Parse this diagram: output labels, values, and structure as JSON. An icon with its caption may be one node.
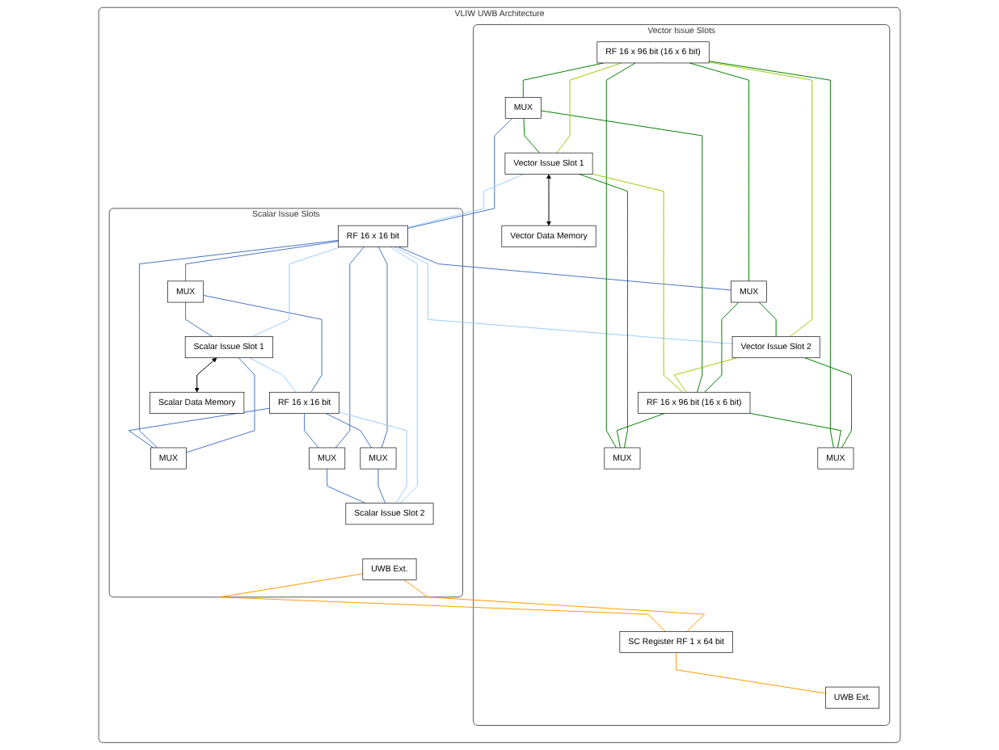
{
  "diagram": {
    "nodes": [
      {
        "text": [
          "VLIW UWB Architecture"
        ]
      },
      {
        "text": [
          "Scalar Issue Slots"
        ],
        "in": 0
      },
      {
        "text": [
          "RF 16 x 16 bit"
        ],
        "in": 1
      },
      {
        "text": [
          "RF 16 x 16 bit"
        ],
        "in": 1
      },
      {
        "text": [
          "MUX"
        ],
        "in": 1
      },
      {
        "text": [
          "MUX"
        ],
        "in": 1
      },
      {
        "text": [
          "MUX"
        ],
        "in": 1
      },
      {
        "text": [
          "MUX"
        ],
        "in": 1
      },
      {
        "text": [
          "Scalar Issue Slot 1"
        ],
        "in": 1
      },
      {
        "text": [
          "Scalar Issue Slot 2"
        ],
        "in": 1
      },
      {
        "text": [
          "UWB Ext."
        ],
        "in": 1
      },
      {
        "text": [
          "Scalar Data Memory"
        ],
        "in": 1
      },
      {
        "text": [
          "Vector Issue Slots"
        ],
        "in": 0
      },
      {
        "text": [
          "RF 16 x 96 bit (16 x 6 bit)"
        ],
        "in": 12
      },
      {
        "text": [
          "RF 16 x 96 bit (16 x 6 bit)"
        ],
        "in": 12
      },
      {
        "text": [
          "SC Register RF 1 x 64 bit"
        ],
        "in": 12
      },
      {
        "text": [
          "MUX"
        ],
        "in": 12
      },
      {
        "text": [
          "MUX"
        ],
        "in": 12
      },
      {
        "text": [
          "MUX"
        ],
        "in": 12
      },
      {
        "text": [
          "MUX"
        ],
        "in": 12
      },
      {
        "text": [
          "Vector Issue Slot 1"
        ],
        "in": 12
      },
      {
        "text": [
          "Vector Issue Slot 2"
        ],
        "in": 12
      },
      {
        "text": [
          "UWB Ext."
        ],
        "in": 12
      },
      {
        "text": [
          "Vector Data Memory"
        ],
        "in": 12
      }
    ],
    "edges": [
      {
        "from": 2,
        "to": 4,
        "arrow": "none",
        "color": "#4472c4"
      },
      {
        "from": 2,
        "to": 5,
        "arrow": "none",
        "color": "#4472c4"
      },
      {
        "from": 2,
        "to": 6,
        "arrow": "none",
        "color": "#4472c4"
      },
      {
        "from": 2,
        "to": 7,
        "arrow": "none",
        "color": "#4472c4"
      },
      {
        "from": 3,
        "to": 4,
        "arrow": "none",
        "color": "#4472c4"
      },
      {
        "from": 3,
        "to": 5,
        "arrow": "none",
        "color": "#4472c4"
      },
      {
        "from": 3,
        "to": 6,
        "arrow": "none",
        "color": "#4472c4"
      },
      {
        "from": 3,
        "to": 7,
        "arrow": "none",
        "color": "#4472c4"
      },
      {
        "from": 3,
        "to": 16,
        "arrow": "none",
        "color": "#4472c4"
      },
      {
        "from": 3,
        "to": 18,
        "arrow": "none",
        "color": "#4472c4"
      },
      {
        "from": 4,
        "to": 8,
        "arrow": "none",
        "color": "#4472c4"
      },
      {
        "from": 5,
        "to": 8,
        "arrow": "none",
        "color": "#4472c4"
      },
      {
        "from": 6,
        "to": 9,
        "arrow": "none",
        "color": "#4472c4"
      },
      {
        "from": 7,
        "to": 9,
        "arrow": "none",
        "color": "#4472c4"
      },
      {
        "from": 8,
        "to": 11,
        "arrow": "both",
        "color": "#000000"
      },
      {
        "from": 8,
        "to": 2,
        "arrow": "none",
        "color": "#99ccff"
      },
      {
        "from": 8,
        "to": 3,
        "arrow": "none",
        "color": "#99ccff"
      },
      {
        "from": 9,
        "to": 2,
        "arrow": "none",
        "color": "#99ccff"
      },
      {
        "from": 9,
        "to": 3,
        "arrow": "none",
        "color": "#99ccff"
      },
      {
        "from": 20,
        "to": 3,
        "arrow": "none",
        "color": "#99ccff"
      },
      {
        "from": 21,
        "to": 3,
        "arrow": "none",
        "color": "#99ccff"
      },
      {
        "from": 13,
        "to": 16,
        "arrow": "none",
        "color": "#008000"
      },
      {
        "from": 13,
        "to": 17,
        "arrow": "none",
        "color": "#008000"
      },
      {
        "from": 13,
        "to": 18,
        "arrow": "none",
        "color": "#008000"
      },
      {
        "from": 13,
        "to": 19,
        "arrow": "none",
        "color": "#008000"
      },
      {
        "from": 14,
        "to": 16,
        "arrow": "none",
        "color": "#008000"
      },
      {
        "from": 14,
        "to": 17,
        "arrow": "none",
        "color": "#008000"
      },
      {
        "from": 14,
        "to": 18,
        "arrow": "none",
        "color": "#008000"
      },
      {
        "from": 14,
        "to": 19,
        "arrow": "none",
        "color": "#008000"
      },
      {
        "from": 16,
        "to": 20,
        "arrow": "none",
        "color": "#008000"
      },
      {
        "from": 17,
        "to": 20,
        "arrow": "none",
        "color": "#008000"
      },
      {
        "from": 18,
        "to": 21,
        "arrow": "none",
        "color": "#008000"
      },
      {
        "from": 19,
        "to": 21,
        "arrow": "none",
        "color": "#008000"
      },
      {
        "from": 20,
        "to": 13,
        "arrow": "none",
        "color": "#99cc00"
      },
      {
        "from": 20,
        "to": 14,
        "arrow": "none",
        "color": "#99cc00"
      },
      {
        "from": 21,
        "to": 13,
        "arrow": "none",
        "color": "#99cc00"
      },
      {
        "from": 21,
        "to": 14,
        "arrow": "none",
        "color": "#99cc00"
      },
      {
        "from": 15,
        "to": 10,
        "arrow": "none",
        "color": "#ff9900"
      },
      {
        "from": 15,
        "to": 22,
        "arrow": "none",
        "color": "#ff9900"
      },
      {
        "from": 10,
        "to": 15,
        "arrow": "none",
        "color": "#ff9900"
      },
      {
        "from": 20,
        "to": 23,
        "arrow": "both",
        "color": "#000000"
      }
    ]
  }
}
